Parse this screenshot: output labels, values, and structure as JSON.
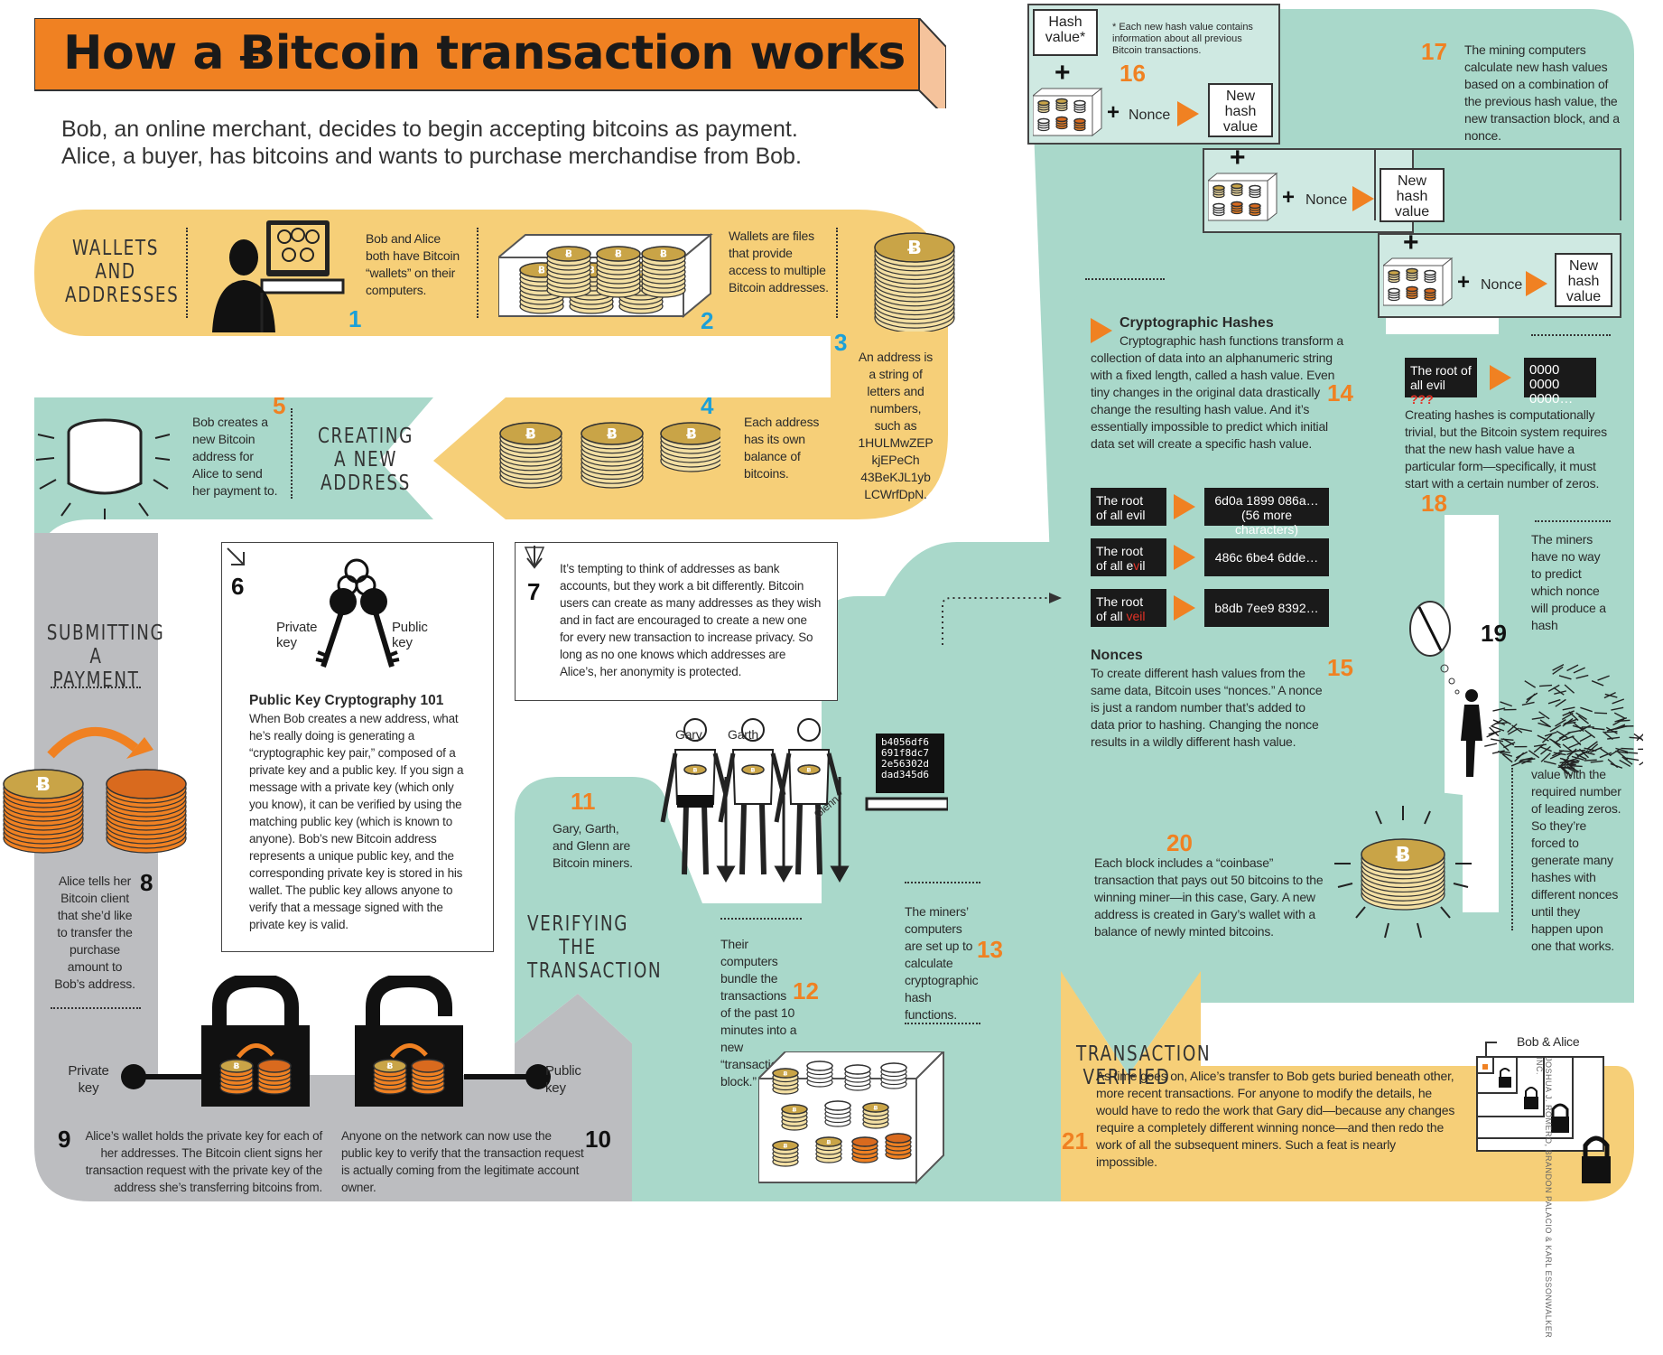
{
  "title": "How a Ƀitcoin transaction works",
  "intro": "Bob, an online merchant, decides to begin accepting bitcoins as payment. Alice, a buyer, has bitcoins and wants to purchase merchandise from Bob.",
  "intro_line1": "Bob, an online merchant, decides to begin accepting bitcoins as payment.",
  "intro_line2": "Alice, a buyer, has bitcoins and wants to purchase merchandise from Bob.",
  "colors": {
    "orange": "#f08122",
    "yellow": "#f6cf78",
    "teal": "#a9d8ca",
    "gray": "#bcbdc0",
    "step_blue": "#1ba0d8"
  },
  "sections": {
    "wallets": [
      "WALLETS",
      "AND",
      "ADDRESSES"
    ],
    "new_address": [
      "CREATING",
      "A NEW",
      "ADDRESS"
    ],
    "submitting": [
      "SUBMITTING",
      "A PAYMENT"
    ],
    "verifying": [
      "VERIFYING",
      "THE",
      "TRANSACTION"
    ],
    "verified": [
      "TRANSACTION",
      "VERIFIED"
    ]
  },
  "steps": {
    "s1": {
      "num": "1",
      "text": "Bob and Alice both have Bitcoin “wallets” on their computers."
    },
    "s2": {
      "num": "2",
      "text": "Wallets are files that provide access to multiple Bitcoin addresses."
    },
    "s3": {
      "num": "3",
      "text": "An address is a string of letters and numbers, such as 1HULMwZEP kjEPeCh 43BeKJL1yb LCWrfDpN."
    },
    "s4": {
      "num": "4",
      "text": "Each address has its own balance of bitcoins."
    },
    "s5": {
      "num": "5",
      "text": "Bob creates a new Bitcoin address for Alice to send her payment to."
    },
    "s6": {
      "num": "6",
      "title": "Public Key Cryptography 101",
      "text": "When Bob creates a new address, what he’s really doing is generating a “cryptographic key pair,” composed of a private key and a public key. If you sign a message with a private key (which only you know), it can be verified by using the matching public key (which is known to anyone). Bob’s new Bitcoin address represents a unique public key, and the corresponding private key is stored in his wallet. The public key allows anyone to verify that a message signed with the private key is valid.",
      "private_key": "Private key",
      "public_key": "Public key"
    },
    "s7": {
      "num": "7",
      "text": "It’s tempting to think of addresses as bank accounts, but they work a bit differently. Bitcoin users can create as many addresses as they wish and in fact are encouraged to create a new one for every new transaction to increase privacy. So long as no one knows which addresses are Alice’s, her anonymity is protected."
    },
    "s8": {
      "num": "8",
      "text": "Alice tells her Bitcoin client that she’d like to transfer the purchase amount to Bob’s address."
    },
    "s9": {
      "num": "9",
      "text": "Alice’s wallet holds the private key for each of her addresses. The Bitcoin client signs her transaction request with the private key of the address she’s transferring bitcoins from.",
      "key_label": "Private key"
    },
    "s10": {
      "num": "10",
      "text": "Anyone on the network can now use the public key to verify that the transaction request is actually coming from the legitimate account owner.",
      "key_label": "Public key"
    },
    "s11": {
      "num": "11",
      "text": "Gary, Garth, and Glenn are Bitcoin miners.",
      "names": [
        "Gary",
        "Garth",
        "Glenn"
      ],
      "screen": "b4056df6 691f8dc7 2e56302d dad345d6"
    },
    "s12": {
      "num": "12",
      "text": "Their computers bundle the transactions of the past 10 minutes into a new “transaction block.”"
    },
    "s13": {
      "num": "13",
      "text": "The miners’ computers are set up to calculate cryptographic hash functions."
    },
    "s14": {
      "num": "14",
      "title": "Cryptographic Hashes",
      "text": "Cryptographic hash functions transform a collection of data into an alphanumeric string with a fixed length, called a hash value. Even tiny changes in the original data drastically change the resulting hash value. And it’s essentially impossible to predict which initial data set will create a specific hash value."
    },
    "s15": {
      "num": "15",
      "title": "Nonces",
      "text": "To create different hash values from the same data, Bitcoin uses “nonces.” A nonce is just a random number that’s added to data prior to hashing. Changing the nonce results in a wildly different hash value."
    },
    "s16": {
      "num": "16",
      "note": "* Each new hash value contains information about all previous Bitcoin transactions.",
      "hash_value": "Hash value*",
      "new_hash": "New hash value",
      "nonce": "Nonce"
    },
    "s17": {
      "num": "17",
      "text": "The mining computers calculate new hash values based on a combination of the previous hash value, the new transaction block, and a nonce."
    },
    "s18": {
      "num": "18",
      "text": "Creating hashes is computationally trivial, but the Bitcoin system requires that the new hash value have a particular form—specifically, it must start with a certain number of zeros.",
      "root": "The root of all evil ???",
      "zeros": "0000 0000 0000…"
    },
    "s19": {
      "num": "19",
      "text_top": "The miners have no way to predict which nonce will produce a hash",
      "text_bottom": "value with the required number of leading zeros. So they’re forced to generate many hashes with different nonces until they happen upon one that works."
    },
    "s20": {
      "num": "20",
      "text": "Each block includes a “coinbase” transaction that pays out 50 bitcoins to the winning miner—in this case, Gary. A new address is created in Gary’s wallet with a balance of newly minted bitcoins."
    },
    "s21": {
      "num": "21",
      "text": "As time goes on, Alice’s transfer to Bob gets buried beneath other, more recent transactions. For anyone to modify the details, he would have to redo the work that Gary did—because any changes require a completely different winning nonce—and then redo the work of all the subsequent miners. Such a feat is nearly impossible.",
      "label": "Bob & Alice"
    }
  },
  "hash_examples": [
    {
      "input_a": "The root",
      "input_b": "of all evil",
      "hash_a": "6d0a 1899 086a…",
      "hash_b": "(56 more characters)"
    },
    {
      "input_a": "The root",
      "input_b": "of all e",
      "mark": "v",
      "input_c": "il",
      "hash_a": "486c 6be4 6dde…",
      "hash_b": ""
    },
    {
      "input_a": "The root",
      "input_b": "of all ",
      "mark": "veil",
      "input_c": "",
      "hash_a": "b8db 7ee9 8392…",
      "hash_b": ""
    }
  ],
  "credit": "JOSHUA J. ROMERO, BRANDON PALACIO & KARL ESSONWALKER INC."
}
